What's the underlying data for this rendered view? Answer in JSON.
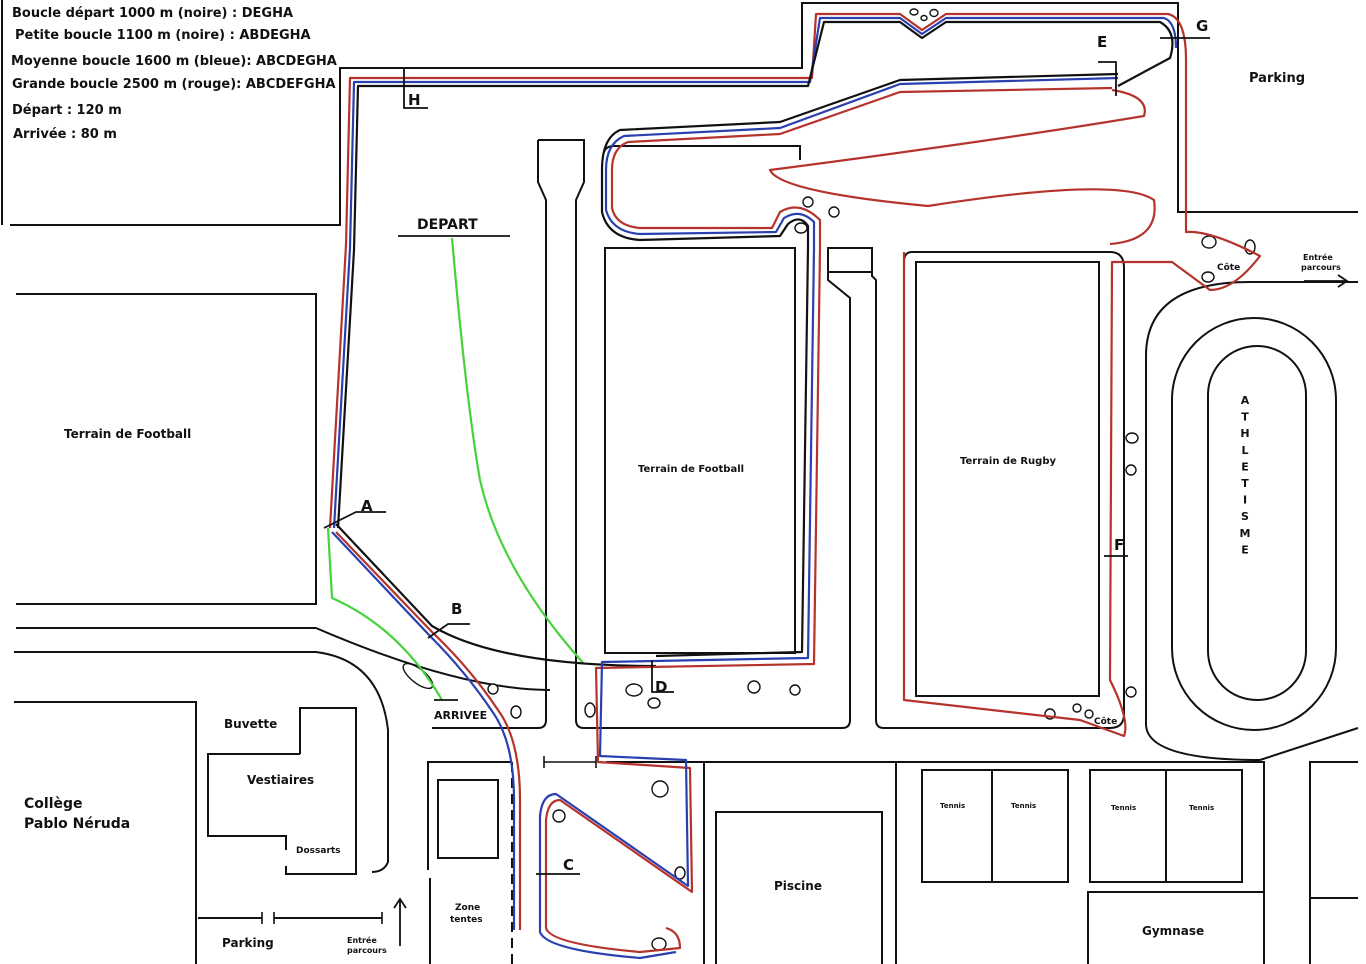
{
  "legend": {
    "line1": "Boucle départ 1000 m (noire) : DEGHA",
    "line2": "Petite boucle 1100 m (noire) : ABDEGHA",
    "line3": "Moyenne boucle 1600 m (bleue): ABCDEGHA",
    "line4": "Grande boucle 2500 m (rouge): ABCDEFGHA",
    "line5": "Départ : 120 m",
    "line6": "Arrivée : 80 m"
  },
  "points": {
    "A": "A",
    "B": "B",
    "C": "C",
    "D": "D",
    "E": "E",
    "F": "F",
    "G": "G",
    "H": "H"
  },
  "labels": {
    "depart": "DEPART",
    "arrivee": "ARRIVEE",
    "parking_top": "Parking",
    "parking_bottom": "Parking",
    "entree_parcours_right_1": "Entrée",
    "entree_parcours_right_2": "parcours",
    "entree_parcours_bottom_1": "Entrée",
    "entree_parcours_bottom_2": "parcours",
    "cote_top": "Côte",
    "cote_bottom": "Côte",
    "football_left": "Terrain de Football",
    "football_center": "Terrain de Football",
    "rugby": "Terrain de Rugby",
    "athletisme": "ATHLETISME",
    "buvette": "Buvette",
    "vestiaires": "Vestiaires",
    "dossards": "Dossarts",
    "college_1": "Collège",
    "college_2": "Pablo Néruda",
    "zone_tentes_1": "Zone",
    "zone_tentes_2": "tentes",
    "piscine": "Piscine",
    "gymnase": "Gymnase",
    "tennis_1": "Tennis",
    "tennis_2": "Tennis",
    "tennis_3": "Tennis",
    "tennis_4": "Tennis"
  },
  "colors": {
    "red_route": "#b5332b",
    "blue_route": "#2a3fb0",
    "black_route": "#111111",
    "green_route": "#46d23a"
  }
}
